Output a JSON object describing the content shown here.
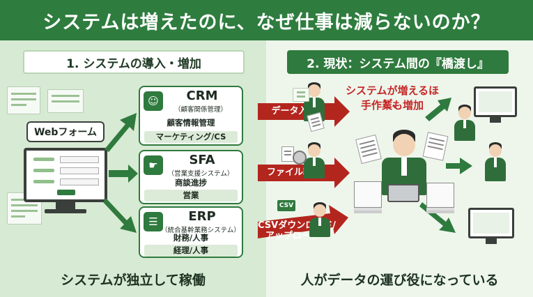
{
  "title": "システムは増えたのに、なぜ仕事は減らないのか？",
  "left": {
    "step_label": "1. システムの導入・増加",
    "web_form_label": "Webフォーム",
    "caption": "システムが独立して稼働",
    "systems": [
      {
        "name": "CRM",
        "sub": "（顧客関係管理）",
        "desc": "顧客情報管理",
        "tag": "マーケティング/CS",
        "icon": "people-icon"
      },
      {
        "name": "SFA",
        "sub": "（営業支援システム）",
        "desc": "商談進捗",
        "tag": "営業",
        "icon": "handshake-icon"
      },
      {
        "name": "ERP",
        "sub": "（統合基幹業務システム）",
        "desc": "財務/人事",
        "tag": "経理/人事",
        "icon": "database-icon"
      }
    ]
  },
  "right": {
    "step_label": "2. 現状：システム間の『橋渡し』",
    "note_line1": "システムが増えるほど、",
    "note_line2": "手作業も増加",
    "tasks": [
      {
        "label": "データ入力"
      },
      {
        "label": "ファイル転送"
      },
      {
        "label_line1": "CSVダウンロード/",
        "label_line2": "アップロード"
      }
    ],
    "csv_badge": "CSV",
    "caption": "人がデータの運び役になっている"
  },
  "colors": {
    "title_bg": "#2e7d3f",
    "left_bg": "#d7ead3",
    "right_bg": "#eef6ec",
    "green_arrow": "#2f7a3e",
    "red_arrow": "#b3261e",
    "note_red": "#c62828"
  }
}
